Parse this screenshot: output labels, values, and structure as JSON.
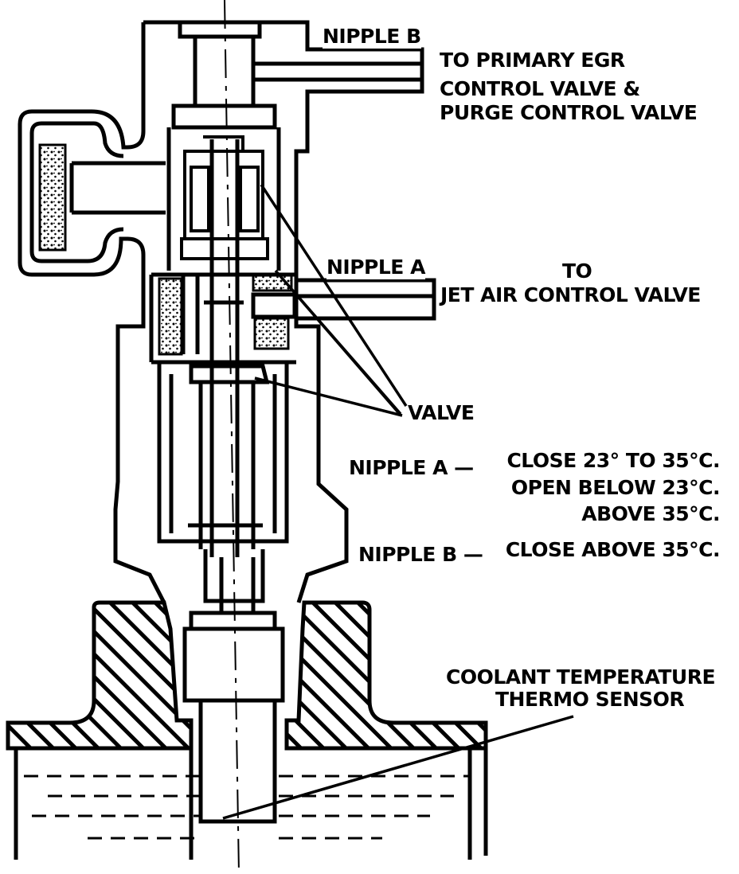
{
  "labels": {
    "nipple_b": "NIPPLE B",
    "to_primary": [
      "TO PRIMARY EGR",
      "CONTROL VALVE &",
      "PURGE CONTROL VALVE"
    ],
    "nipple_a": "NIPPLE A",
    "to_jet": [
      "TO",
      "JET AIR CONTROL VALVE"
    ],
    "valve": "VALVE",
    "nipple_a_note": {
      "prefix": "NIPPLE A —",
      "lines": [
        "CLOSE 23° TO 35°C.",
        "OPEN BELOW 23°C.",
        "ABOVE 35°C."
      ]
    },
    "nipple_b_note": {
      "prefix": "NIPPLE B —",
      "line": "CLOSE ABOVE 35°C."
    },
    "sensor": [
      "COOLANT TEMPERATURE",
      "THERMO SENSOR"
    ]
  },
  "colors": {
    "ink": "#000000",
    "paper": "#ffffff"
  }
}
